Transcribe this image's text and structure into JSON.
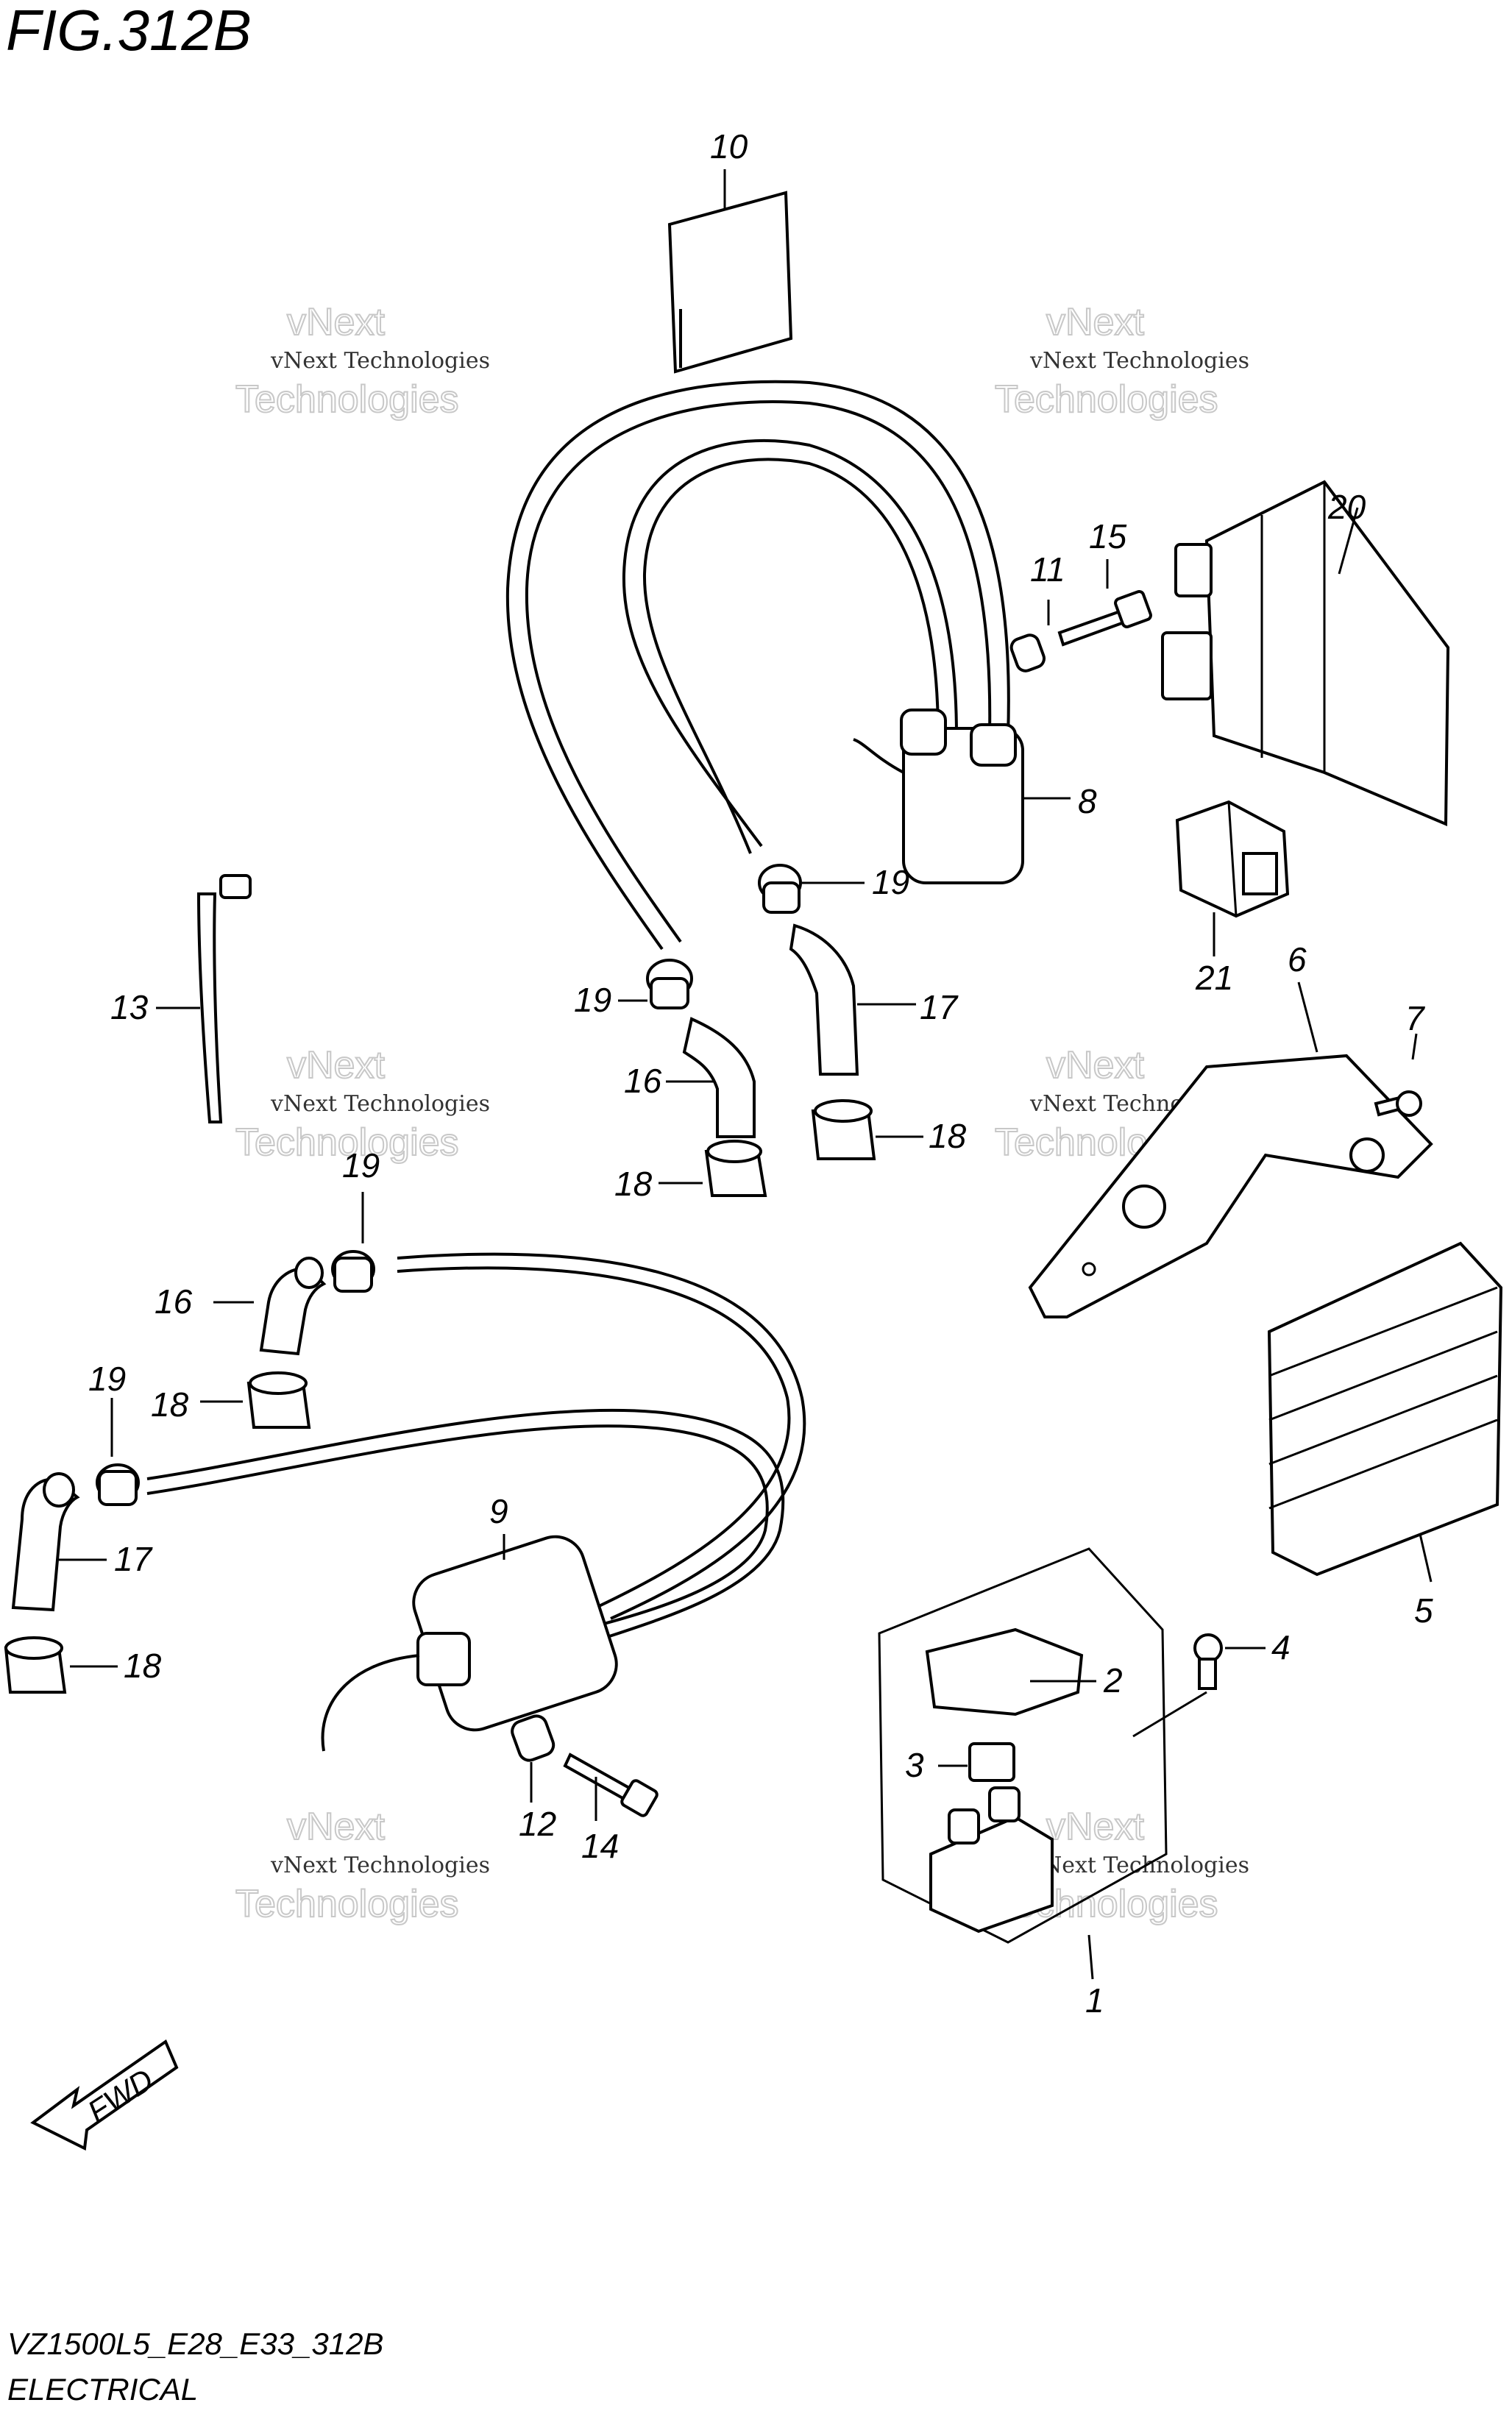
{
  "header": {
    "title": "FIG.312B"
  },
  "footer": {
    "model_code": "VZ1500L5_E28_E33_312B",
    "section": "ELECTRICAL"
  },
  "fwd_label": "FWD",
  "watermark": {
    "line1": "vNext Technologies",
    "line2": "vNext",
    "line3": "Technologies"
  },
  "labels": {
    "p1": "1",
    "p2": "2",
    "p3": "3",
    "p4": "4",
    "p5": "5",
    "p6": "6",
    "p7": "7",
    "p8": "8",
    "p9": "9",
    "p10": "10",
    "p11": "11",
    "p12": "12",
    "p13": "13",
    "p14": "14",
    "p15": "15",
    "p16a": "16",
    "p16b": "16",
    "p17a": "17",
    "p17b": "17",
    "p18a": "18",
    "p18b": "18",
    "p18c": "18",
    "p18d": "18",
    "p19a": "19",
    "p19b": "19",
    "p19c": "19",
    "p19d": "19",
    "p20": "20",
    "p21": "21"
  }
}
